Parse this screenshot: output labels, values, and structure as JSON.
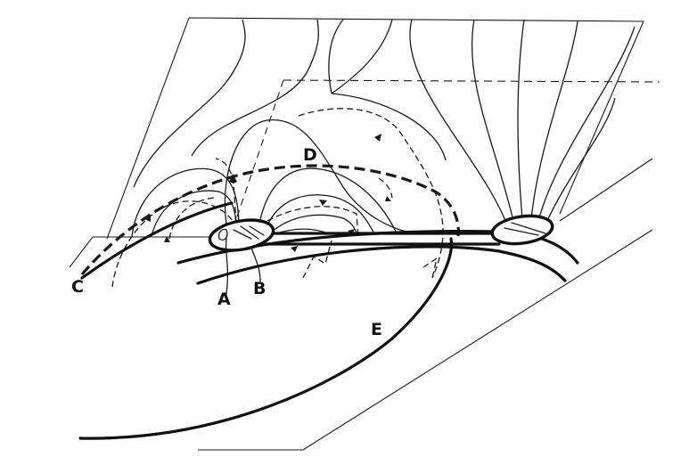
{
  "labels": {
    "A": "A",
    "B": "B",
    "C": "C",
    "D": "D",
    "E": "E"
  }
}
